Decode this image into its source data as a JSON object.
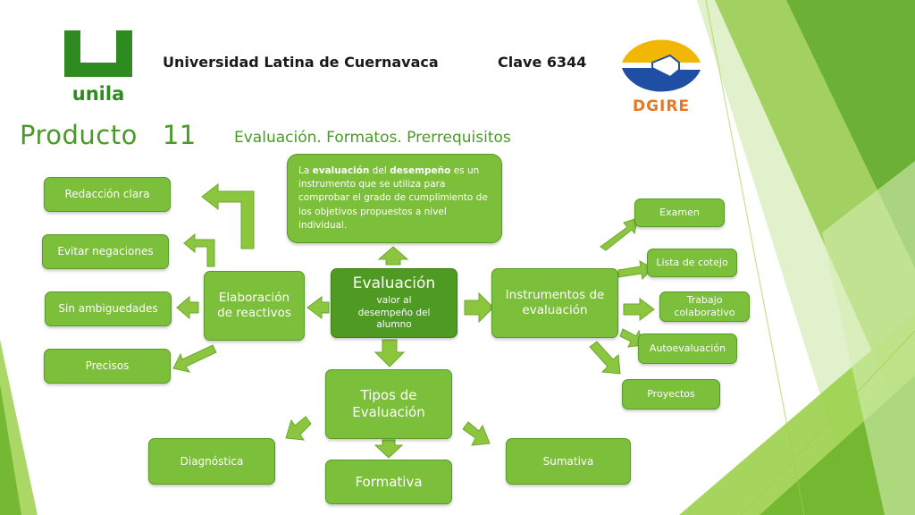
{
  "header": {
    "university": "Universidad Latina de Cuernavaca",
    "clave": "Clave 6344",
    "logo_left_text": "unila",
    "logo_right_text": "DGIRE"
  },
  "title": {
    "word": "Producto",
    "number": "11"
  },
  "subtitle": "Evaluación. Formatos. Prerrequisitos",
  "definition": {
    "t1": "La ",
    "b1": "evaluación",
    "t2": " del ",
    "b2": "desempeño",
    "t3": " es un instrumento que se utiliza para comprobar el grado de cumplimiento de los objetivos propuestos a nivel individual."
  },
  "center": {
    "title": "Evaluación",
    "subtitle": "valor al desempeño del alumno"
  },
  "left": {
    "hub": "Elaboración de reactivos",
    "items": [
      "Redacción clara",
      "Evitar negaciones",
      "Sin ambiguedades",
      "Precisos"
    ]
  },
  "right": {
    "hub": "Instrumentos de evaluación",
    "items": [
      "Examen",
      "Lista de cotejo",
      "Trabajo colaborativo",
      "Autoevaluación",
      "Proyectos"
    ]
  },
  "bottom": {
    "hub": "Tipos de Evaluación",
    "items": [
      "Diagnóstica",
      "Formativa",
      "Sumativa"
    ]
  },
  "colors": {
    "node_fill": "#7cbf3a",
    "node_center": "#4f9a22",
    "arrow_fill": "#8cc63f",
    "title_green": "#4a9a2a",
    "logo_green": "#2e8b1f",
    "dgire_yellow": "#f2b705",
    "dgire_blue": "#1f4fa3",
    "dgire_orange": "#e87722"
  }
}
